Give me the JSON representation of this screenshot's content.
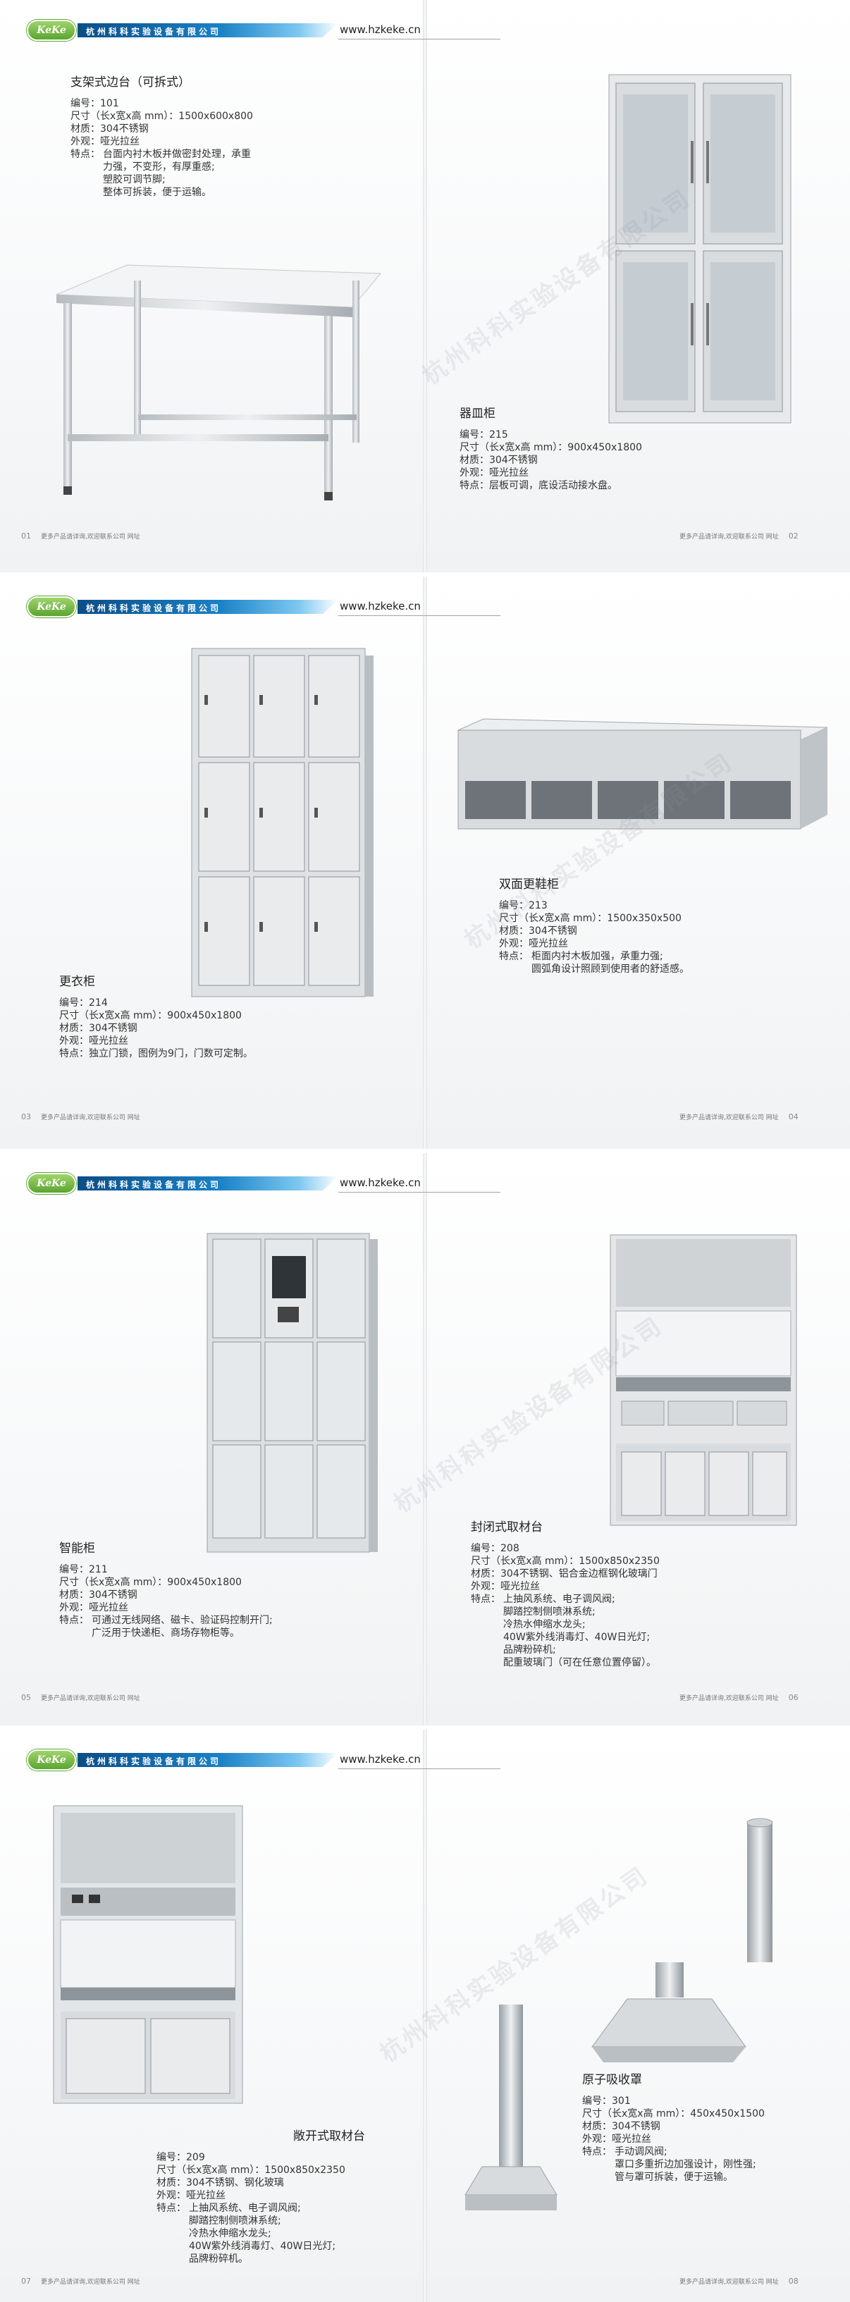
{
  "header": {
    "logo_text": "KeKe",
    "company": "杭州科科实验设备有限公司",
    "website": "www.hzkeke.cn"
  },
  "footer_text": "更多产品请详询,欢迎联系公司 网址",
  "watermark": "杭州科科实验设备有限公司",
  "products": [
    {
      "title": "支架式边台（可拆式）",
      "specs": [
        {
          "k": "编号：",
          "v": "101"
        },
        {
          "k": "尺寸（长x宽x高 mm）：",
          "v": "1500x600x800"
        },
        {
          "k": "材质：",
          "v": "304不锈钢"
        },
        {
          "k": "外观：",
          "v": "哑光拉丝"
        },
        {
          "k": "特点：",
          "lines": [
            "台面内衬木板并做密封处理，承重",
            "力强，不变形，有厚重感;",
            "塑胶可调节脚;",
            "整体可拆装，便于运输。"
          ]
        }
      ]
    },
    {
      "title": "器皿柜",
      "specs": [
        {
          "k": "编号：",
          "v": "215"
        },
        {
          "k": "尺寸（长x宽x高 mm）：",
          "v": "900x450x1800"
        },
        {
          "k": "材质：",
          "v": "304不锈钢"
        },
        {
          "k": "外观：",
          "v": "哑光拉丝"
        },
        {
          "k": "特点：",
          "lines": [
            "层板可调，底设活动接水盘。"
          ]
        }
      ]
    },
    {
      "title": "更衣柜",
      "specs": [
        {
          "k": "编号：",
          "v": "214"
        },
        {
          "k": "尺寸（长x宽x高 mm）：",
          "v": "900x450x1800"
        },
        {
          "k": "材质：",
          "v": "304不锈钢"
        },
        {
          "k": "外观：",
          "v": "哑光拉丝"
        },
        {
          "k": "特点：",
          "lines": [
            "独立门锁，图例为9门，门数可定制。"
          ]
        }
      ]
    },
    {
      "title": "双面更鞋柜",
      "specs": [
        {
          "k": "编号：",
          "v": "213"
        },
        {
          "k": "尺寸（长x宽x高 mm）：",
          "v": "1500x350x500"
        },
        {
          "k": "材质：",
          "v": "304不锈钢"
        },
        {
          "k": "外观：",
          "v": "哑光拉丝"
        },
        {
          "k": "特点：",
          "lines": [
            "柜面内衬木板加强，承重力强;",
            "圆弧角设计照顾到使用者的舒适感。"
          ]
        }
      ]
    },
    {
      "title": "智能柜",
      "specs": [
        {
          "k": "编号：",
          "v": "211"
        },
        {
          "k": "尺寸（长x宽x高 mm）：",
          "v": "900x450x1800"
        },
        {
          "k": "材质：",
          "v": "304不锈钢"
        },
        {
          "k": "外观：",
          "v": "哑光拉丝"
        },
        {
          "k": "特点：",
          "lines": [
            "可通过无线网络、磁卡、验证码控制开门;",
            "广泛用于快递柜、商场存物柜等。"
          ]
        }
      ]
    },
    {
      "title": "封闭式取材台",
      "specs": [
        {
          "k": "编号：",
          "v": "208"
        },
        {
          "k": "尺寸（长x宽x高 mm）：",
          "v": "1500x850x2350"
        },
        {
          "k": "材质：",
          "v": "304不锈钢、铝合金边框钢化玻璃门"
        },
        {
          "k": "外观：",
          "v": "哑光拉丝"
        },
        {
          "k": "特点：",
          "lines": [
            "上抽风系统、电子调风阀;",
            "脚踏控制侧喷淋系统;",
            "冷热水伸缩水龙头;",
            "40W紫外线消毒灯、40W日光灯;",
            "品牌粉碎机;",
            "配重玻璃门（可在任意位置停留）。"
          ]
        }
      ]
    },
    {
      "title": "敞开式取材台",
      "specs": [
        {
          "k": "编号：",
          "v": "209"
        },
        {
          "k": "尺寸（长x宽x高 mm）：",
          "v": "1500x850x2350"
        },
        {
          "k": "材质：",
          "v": "304不锈钢、钢化玻璃"
        },
        {
          "k": "外观：",
          "v": "哑光拉丝"
        },
        {
          "k": "特点：",
          "lines": [
            "上抽风系统、电子调风阀;",
            "脚踏控制侧喷淋系统;",
            "冷热水伸缩水龙头;",
            "40W紫外线消毒灯、40W日光灯;",
            "品牌粉碎机。"
          ]
        }
      ]
    },
    {
      "title": "原子吸收罩",
      "specs": [
        {
          "k": "编号：",
          "v": "301"
        },
        {
          "k": "尺寸（长x宽x高 mm）：",
          "v": "450x450x1500"
        },
        {
          "k": "材质：",
          "v": "304不锈钢"
        },
        {
          "k": "外观：",
          "v": "哑光拉丝"
        },
        {
          "k": "特点：",
          "lines": [
            "手动调风阀;",
            "罩口多重折边加强设计，刚性强;",
            "管与罩可拆装，便于运输。"
          ]
        }
      ]
    }
  ],
  "pages": [
    "01",
    "02",
    "03",
    "04",
    "05",
    "06",
    "07",
    "08"
  ]
}
